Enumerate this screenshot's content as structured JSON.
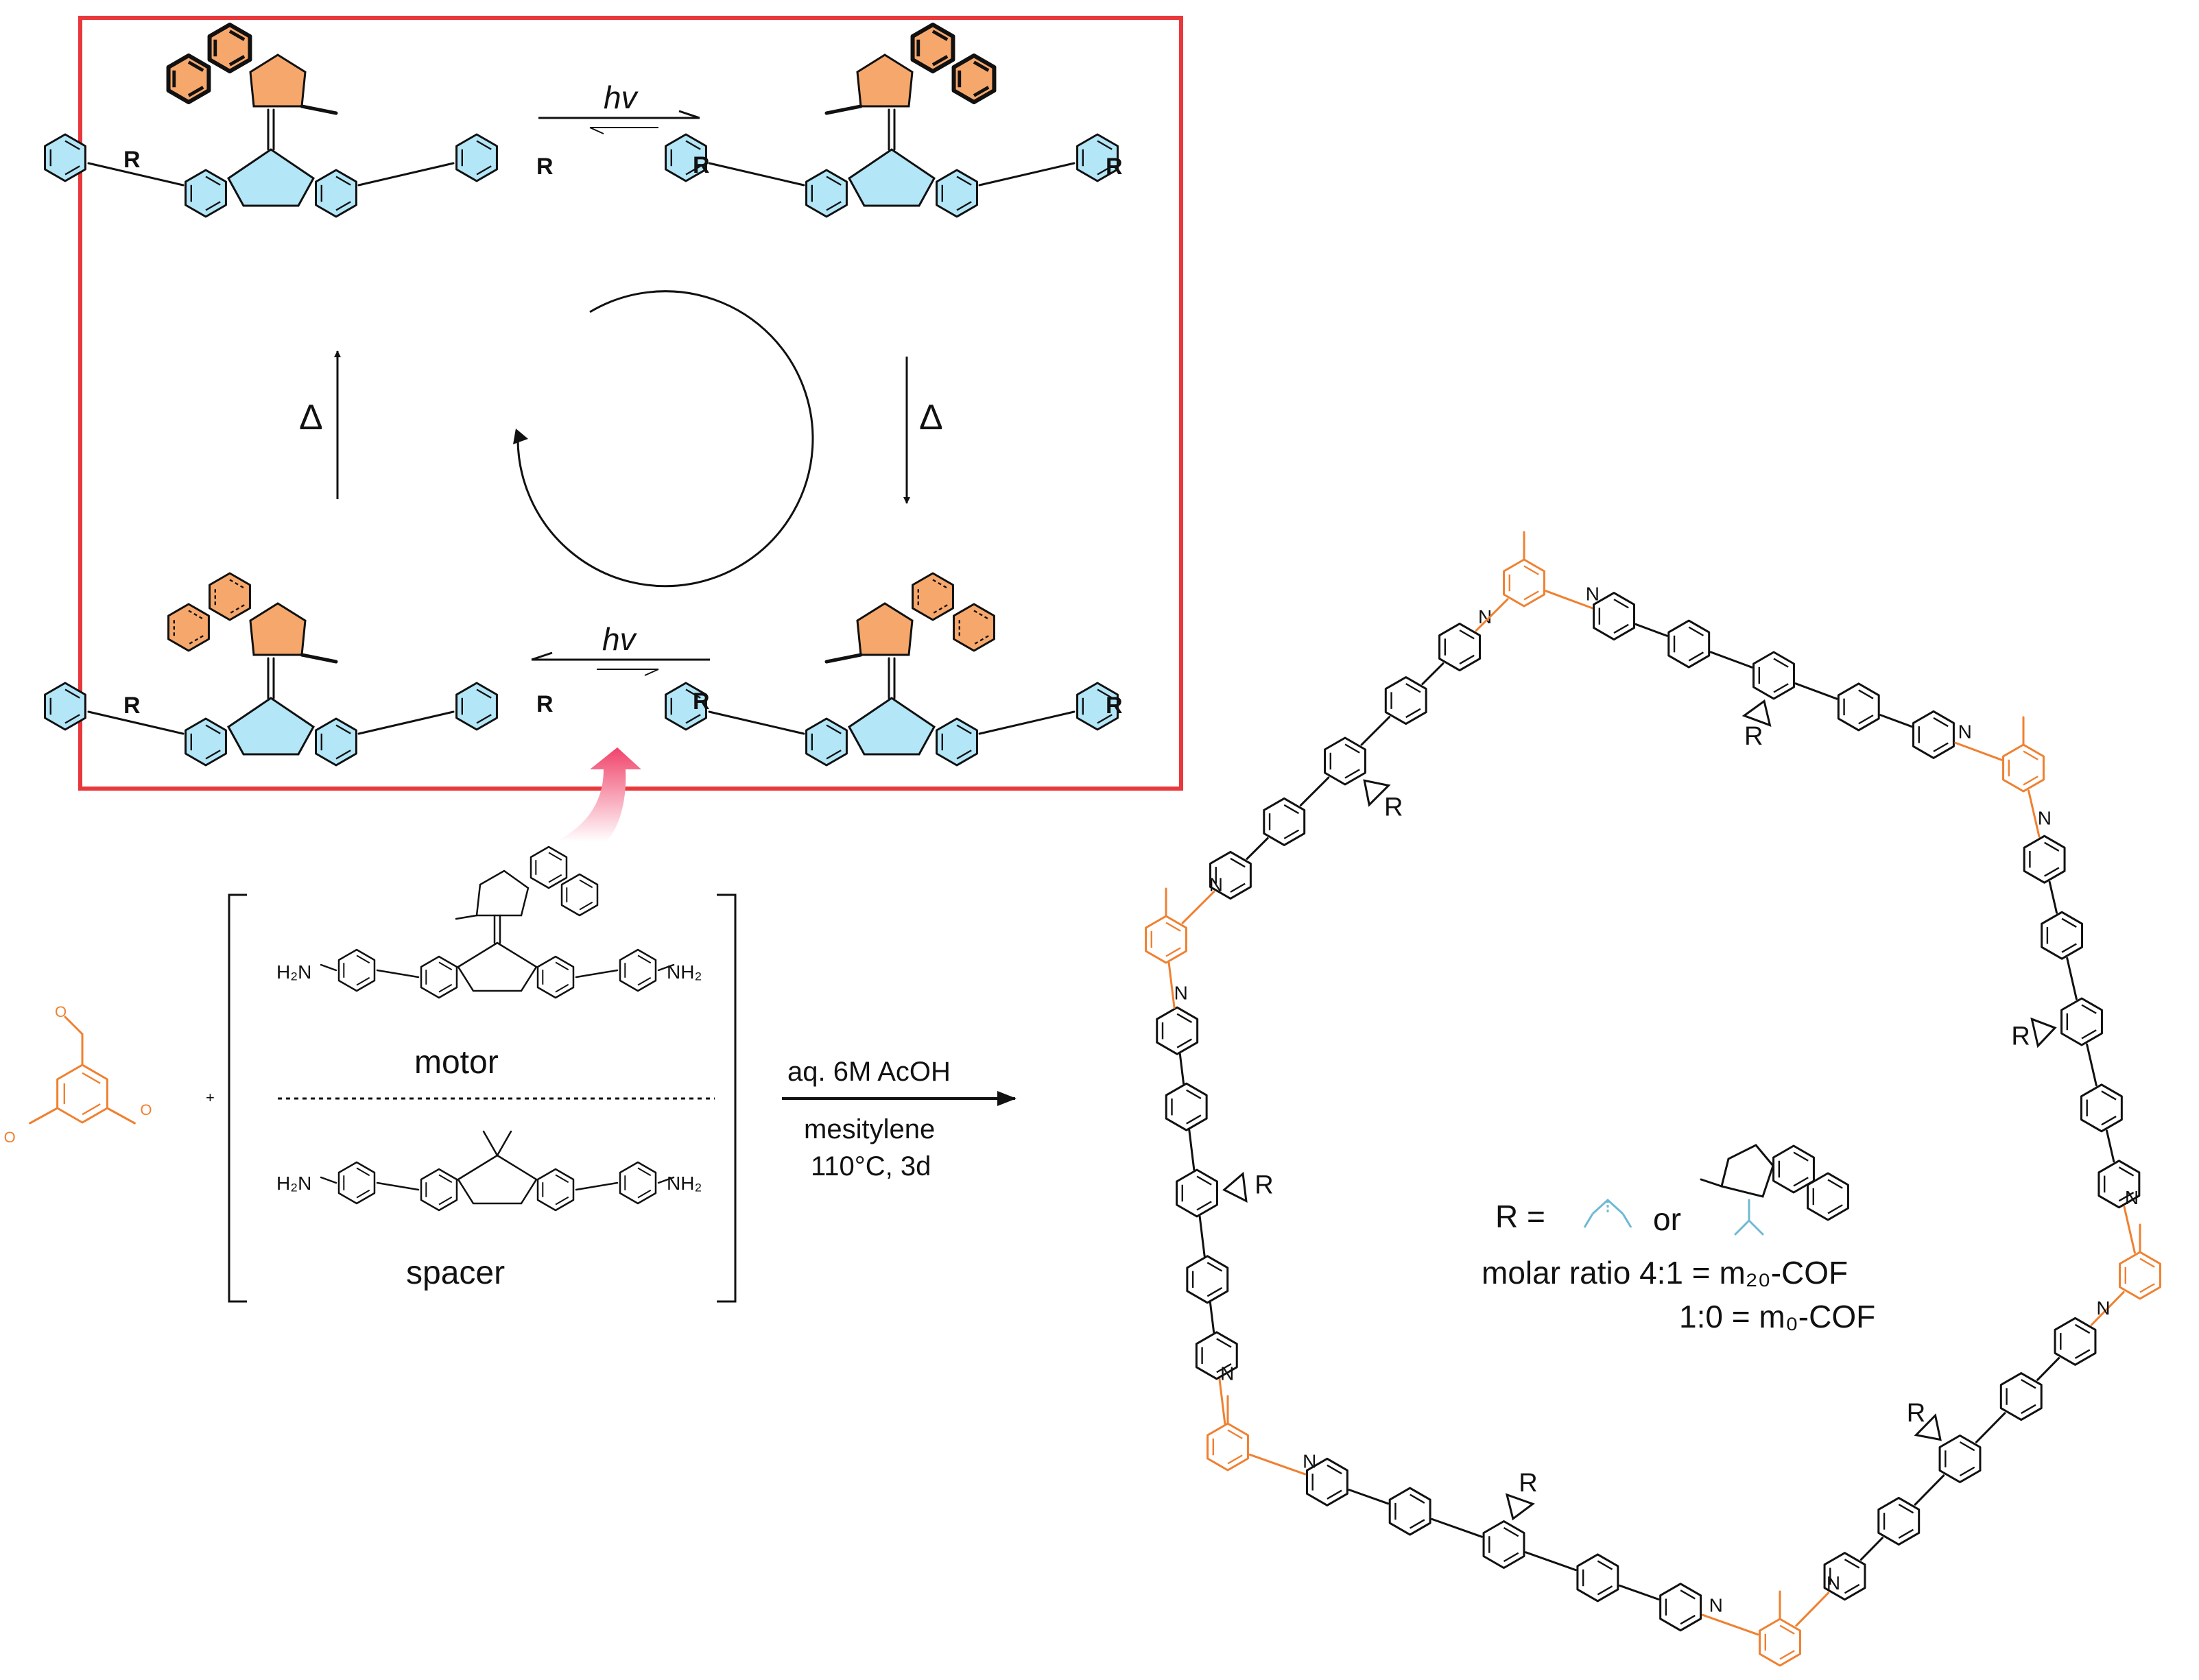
{
  "colors": {
    "frame": "#e8383b",
    "cyan_fill": "#b3e6f7",
    "orange": "#f08030",
    "orange_fill": "#f6a86c",
    "bond": "#111111",
    "pink_arrow": "#f0436a"
  },
  "cycle": {
    "top_arrow_label": "hv",
    "bottom_arrow_label": "hv",
    "left_arrow_label": "Δ",
    "right_arrow_label": "Δ",
    "r_label": "R"
  },
  "reactants": {
    "motor_label": "motor",
    "spacer_label": "spacer",
    "h2n_left": "H₂N",
    "nh2_right": "NH₂",
    "plus": "+"
  },
  "conditions": {
    "line1": "aq. 6M AcOH",
    "line2": "mesitylene",
    "line3": "110°C, 3d"
  },
  "cof": {
    "n_label": "N",
    "r_label": "R",
    "r_def": "R =",
    "or": "or",
    "ratio_line1": "molar ratio 4:1 = m₂₀-COF",
    "ratio_line2": "1:0 = m₀-COF"
  },
  "icons": [
    "equilibrium-arrow-icon",
    "rotation-cycle-icon",
    "curved-arrow-icon",
    "reaction-arrow-icon"
  ]
}
